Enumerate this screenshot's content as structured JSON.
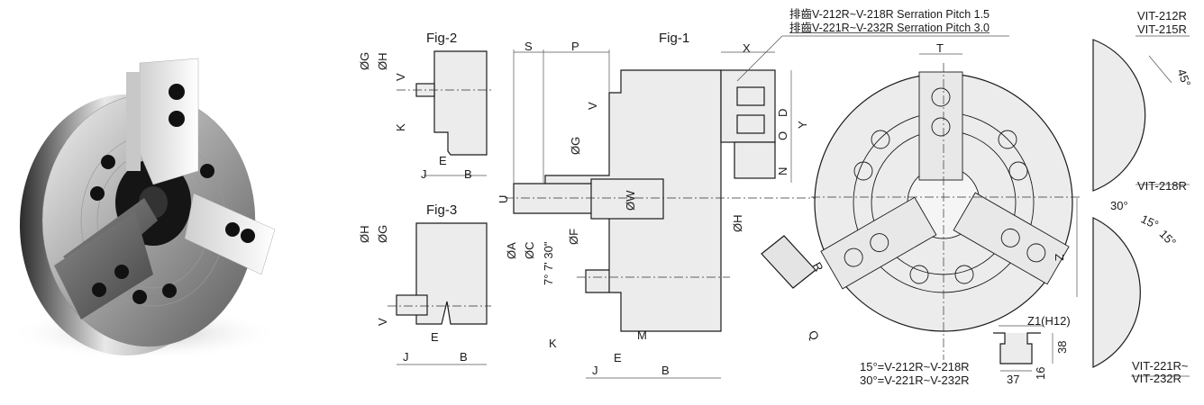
{
  "photo": {
    "subject": "three-jaw hydraulic power chuck",
    "alt": "Product photo of 3-jaw power chuck"
  },
  "figures": {
    "fig1": {
      "title": "Fig-1"
    },
    "fig2": {
      "title": "Fig-2"
    },
    "fig3": {
      "title": "Fig-3"
    }
  },
  "serration_notes": [
    {
      "prefix": "排齒",
      "text": "V-212R~V-218R Serration Pitch 1.5"
    },
    {
      "prefix": "排齒",
      "text": "V-221R~V-232R Serration Pitch 3.0"
    }
  ],
  "fig1_labels": {
    "S": "S",
    "P": "P",
    "X": "X",
    "V": "V",
    "G": "ØG",
    "D": "D",
    "O": "O",
    "Y": "Y",
    "N": "N",
    "U": "U",
    "W": "ØW",
    "H": "ØH",
    "A": "ØA",
    "C": "ØC",
    "F": "ØF",
    "angle": "7° 7' 30\"",
    "K": "K",
    "M": "M",
    "E": "E",
    "J": "J",
    "B": "B",
    "R": "R",
    "Q": "Q"
  },
  "fig2_labels": {
    "G": "ØG",
    "H": "ØH",
    "V": "V",
    "K": "K",
    "J": "J",
    "E": "E",
    "B": "B"
  },
  "fig3_labels": {
    "H": "ØH",
    "G": "ØG",
    "V": "V",
    "E": "E",
    "J": "J",
    "B": "B"
  },
  "front_view": {
    "T": "T",
    "Z": "Z",
    "angle_notes": [
      "15°=V-212R~V-218R",
      "30°=V-221R~V-232R"
    ]
  },
  "tslot": {
    "Z1": "Z1(H12)",
    "dim_38": "38",
    "dim_16": "16",
    "dim_37": "37"
  },
  "variants": {
    "top_labels": [
      "VIT-212R",
      "VIT-215R"
    ],
    "top_angle": "45°",
    "mid_label": "VIT-218R",
    "bottom_angles": [
      "30°",
      "15°",
      "15°"
    ],
    "bottom_labels": [
      "VIT-221R~",
      "VIT-232R"
    ]
  },
  "colors": {
    "line": "#1a1a1a",
    "fill": "#ececec",
    "dim": "#555555"
  }
}
